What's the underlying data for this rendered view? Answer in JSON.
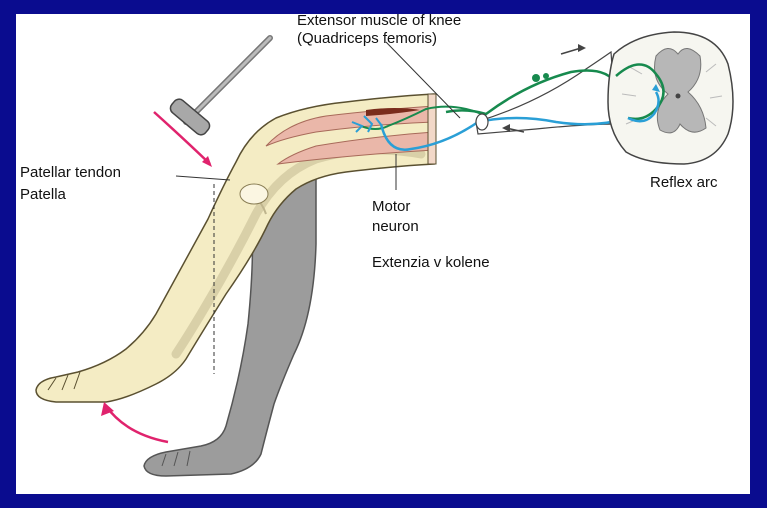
{
  "labels": {
    "extensor_line1": "Extensor muscle of knee",
    "extensor_line2": "(Quadriceps femoris)",
    "patellar_tendon": "Patellar tendon",
    "patella": "Patella",
    "motor_line1": "Motor",
    "motor_line2": "neuron",
    "extension": "Extenzia v kolene",
    "reflex_arc": "Reflex arc"
  },
  "colors": {
    "background": "#0a0c8f",
    "panel": "#ffffff",
    "skin": "#f4ecc4",
    "leg_shadow": "#9c9c9c",
    "muscle": "#eab7a9",
    "sensory_nerve": "#178a4e",
    "motor_nerve": "#2a9fd6",
    "arrow": "#e0236d",
    "grey_matter": "#b7b7b7"
  },
  "icons": [
    "reflex-hammer-icon",
    "spinal-cord-icon"
  ]
}
